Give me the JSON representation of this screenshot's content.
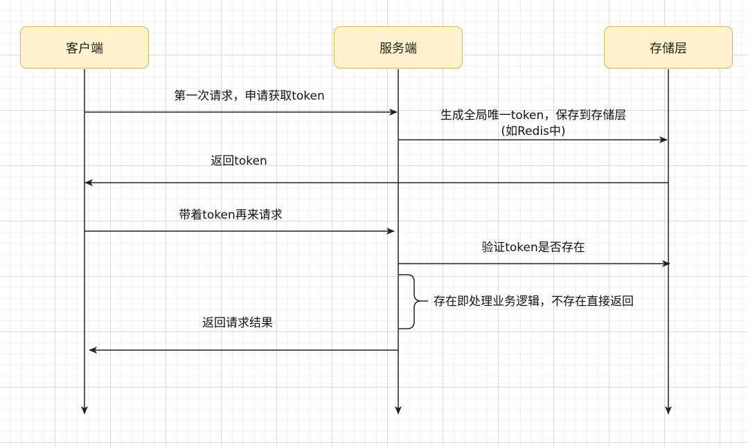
{
  "participants": {
    "client": "客户端",
    "server": "服务端",
    "storage": "存储层"
  },
  "messages": {
    "m1": "第一次请求，申请获取token",
    "m2_line1": "生成全局唯一token，保存到存储层",
    "m2_line2": "(如Redis中)",
    "m3": "返回token",
    "m4": "带着token再来请求",
    "m5": "验证token是否存在",
    "m6": "存在即处理业务逻辑，不存在直接返回",
    "m7": "返回请求结果"
  },
  "colors": {
    "participant_fill": "#fff2cc",
    "participant_border": "#d6b656",
    "line": "#222222"
  }
}
